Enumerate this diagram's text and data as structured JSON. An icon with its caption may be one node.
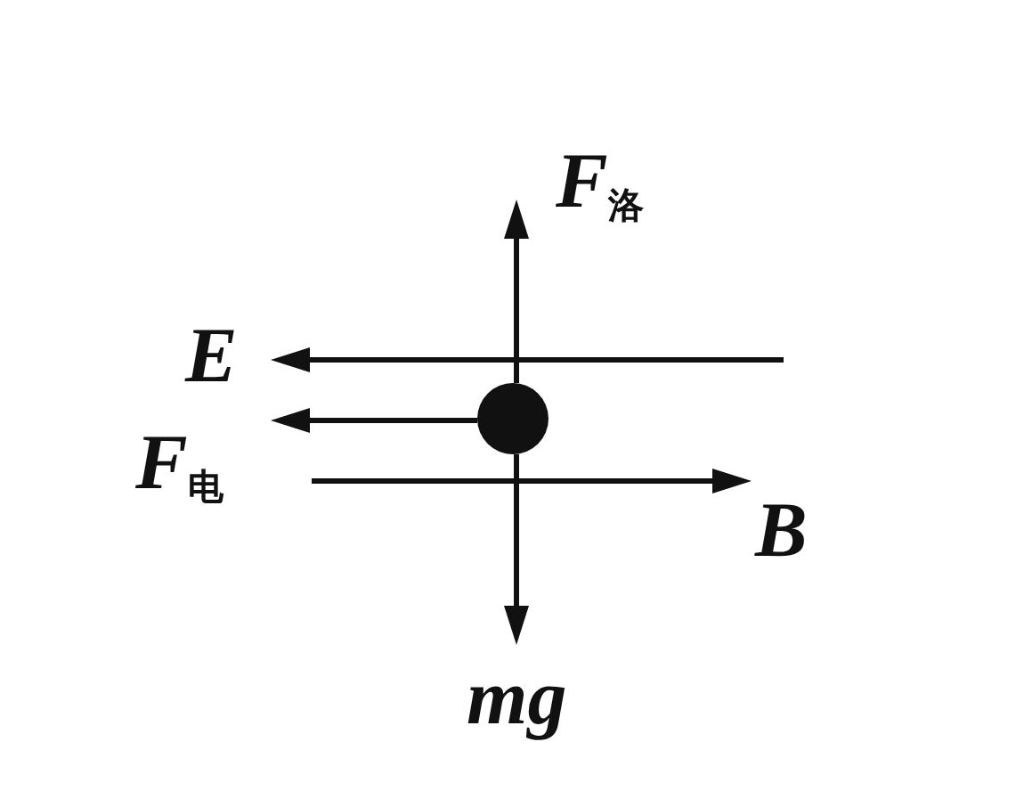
{
  "diagram": {
    "labels": [
      "*F*$_{洛}$",
      "E",
      "*F*$_{电}$",
      "B",
      "mg"
    ]
  }
}
